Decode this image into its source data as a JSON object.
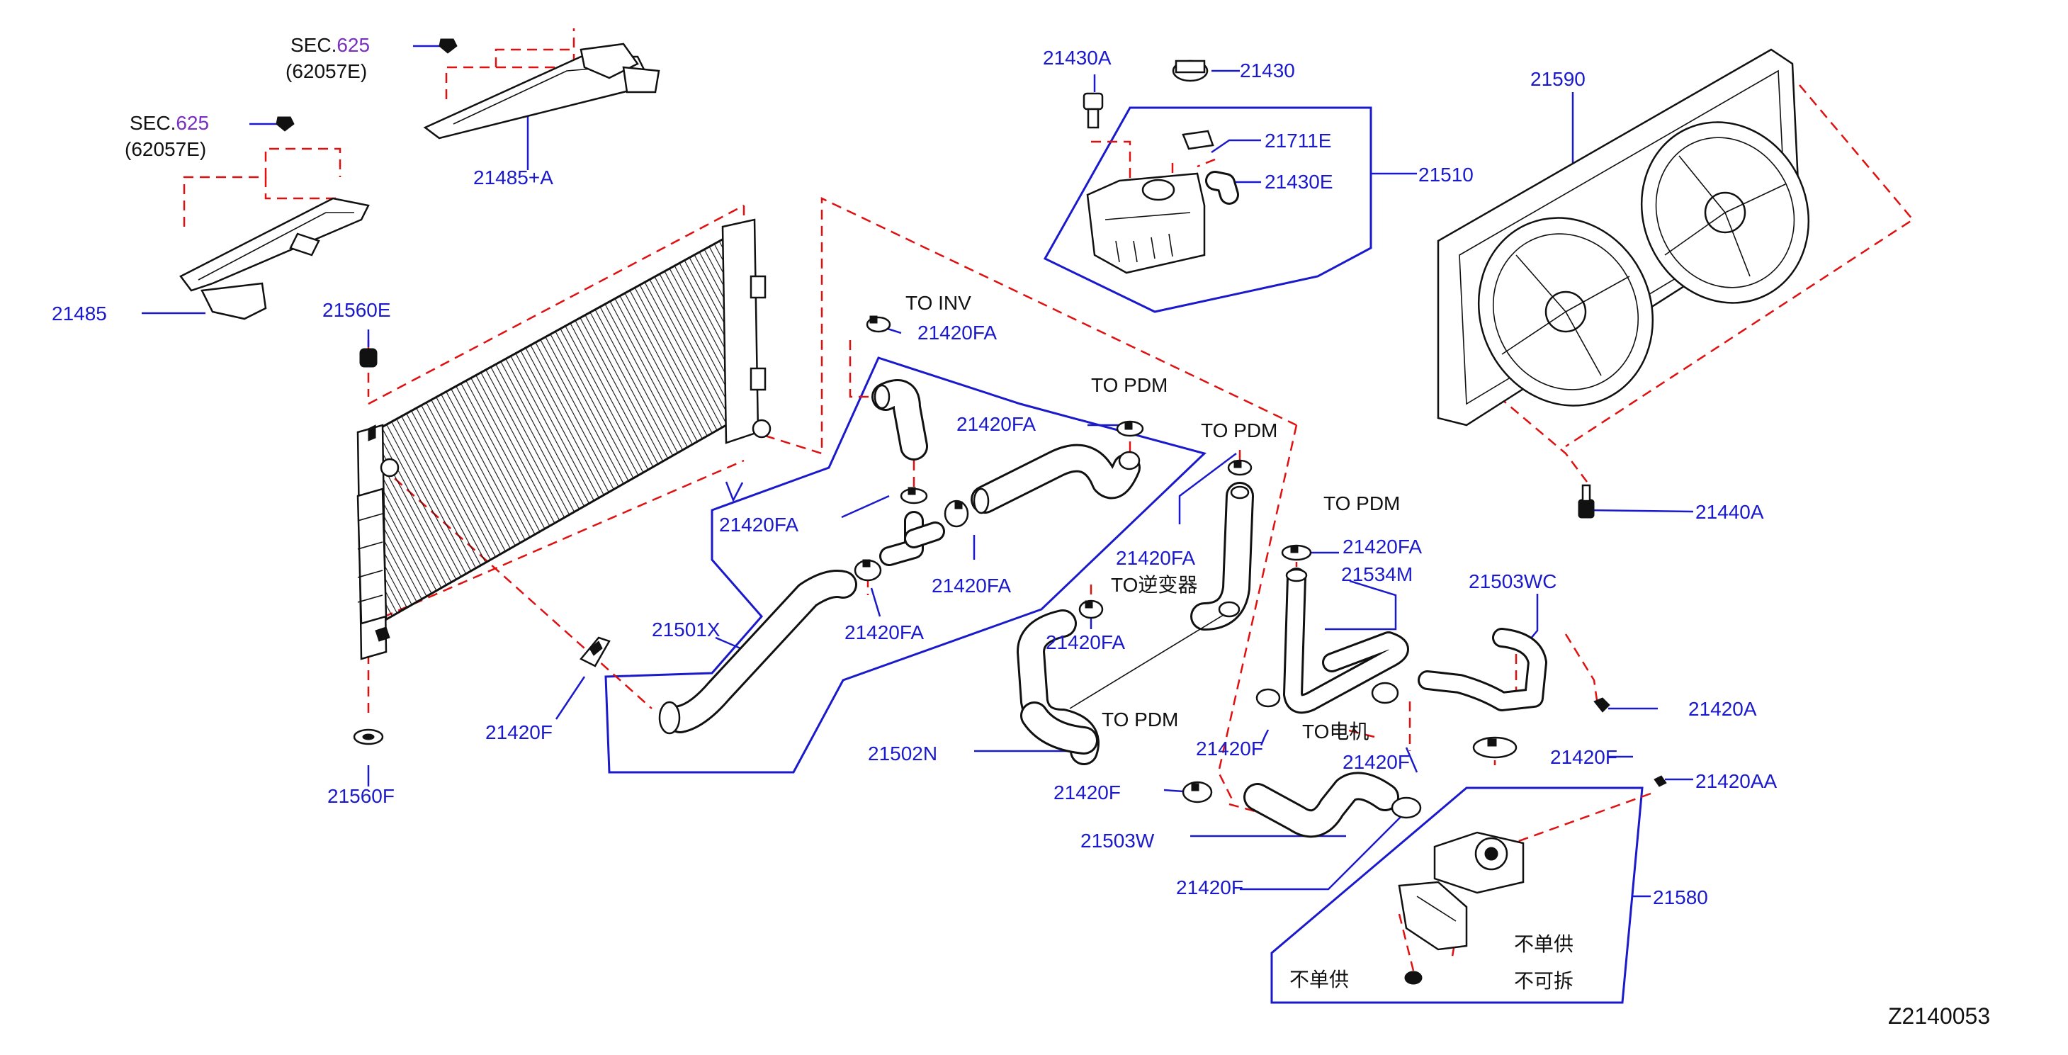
{
  "diagram_code": "Z2140053",
  "sec_refs": [
    {
      "prefix": "SEC.",
      "num": "625",
      "sub": "(62057E)"
    },
    {
      "prefix": "SEC.",
      "num": "625",
      "sub": "(62057E)"
    }
  ],
  "parts": {
    "p21485A": "21485+A",
    "p21485": "21485",
    "p21560E": "21560E",
    "p21560F": "21560F",
    "p21420F_rad": "21420F",
    "p21501X": "21501X",
    "p21420FA_inv": "21420FA",
    "p21420FA_1": "21420FA",
    "p21420FA_2": "21420FA",
    "p21420FA_3": "21420FA",
    "p21420FA_4": "21420FA",
    "p21420FA_5": "21420FA",
    "p21420FA_6": "21420FA",
    "p21420FA_7": "21420FA",
    "p21430A": "21430A",
    "p21430": "21430",
    "p21711E": "21711E",
    "p21430E": "21430E",
    "p21510": "21510",
    "p21590": "21590",
    "p21440A": "21440A",
    "p21534M": "21534M",
    "p21503WC": "21503WC",
    "p21420A": "21420A",
    "p21420F_a": "21420F",
    "p21420F_b": "21420F",
    "p21420F_c": "21420F",
    "p21420F_d": "21420F",
    "p21420F_e": "21420F",
    "p21502N": "21502N",
    "p21503W": "21503W",
    "p21420AA": "21420AA",
    "p21580": "21580"
  },
  "notes": {
    "to_inv": "TO INV",
    "to_pdm_1": "TO PDM",
    "to_pdm_2": "TO PDM",
    "to_pdm_3": "TO PDM",
    "to_pdm_4": "TO PDM",
    "to_inverter_cn": "TO逆变器",
    "to_motor_cn": "TO电机",
    "not_sold_sep_1": "不单供",
    "not_sold_sep_2": "不单供",
    "not_removable": "不可拆"
  },
  "colors": {
    "label": "#1a1acc",
    "leader": "#1a1acc",
    "dashed_link": "#e01010",
    "sec_number": "#7a2fc0",
    "outline": "#111111"
  }
}
